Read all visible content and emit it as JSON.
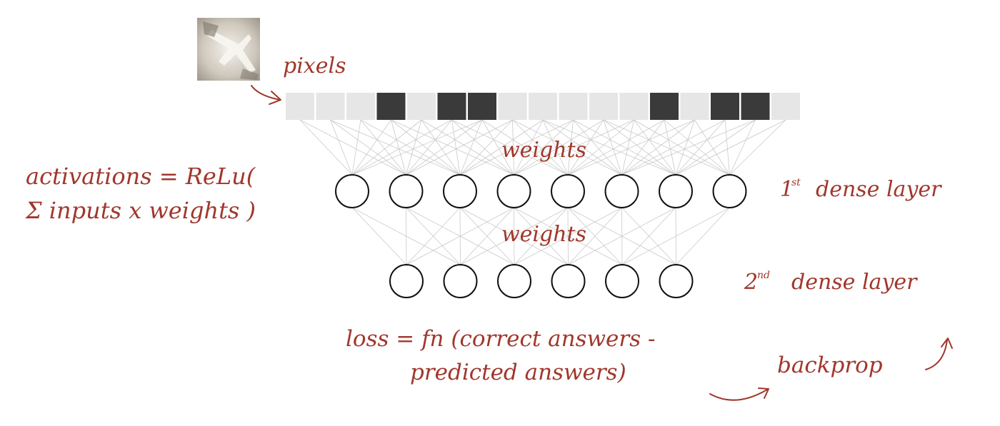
{
  "input_image": {
    "alt": "pixels thumbnail"
  },
  "input_pixels": [
    "light",
    "light",
    "light",
    "dark",
    "light",
    "dark",
    "dark",
    "light",
    "light",
    "light",
    "light",
    "light",
    "dark",
    "light",
    "dark",
    "dark",
    "light"
  ],
  "pixel_colors": {
    "light": "#e6e6e6",
    "dark": "#3a3a3a"
  },
  "layer1_neurons": 8,
  "layer2_neurons": 6,
  "labels": {
    "pixels": "pixels",
    "weights_1": "weights",
    "weights_2": "weights",
    "activations_line1": "activations = ReLu(",
    "activations_line2": "Σ inputs x weights )",
    "layer1_base": "1",
    "layer1_sup": "st",
    "layer1_rest": "dense layer",
    "layer2_base": "2",
    "layer2_sup": "nd",
    "layer2_rest": "dense layer",
    "loss_line1": "loss = fn (correct answers -",
    "loss_line2": "predicted answers)",
    "backprop": "backprop"
  },
  "colors": {
    "annotation": "#a0372c",
    "connection": "#c9c9c9",
    "neuron_stroke": "#111111"
  },
  "icons": {
    "pixels_arrow": "curved-arrow-icon",
    "backprop_arrow_left": "curved-arrow-icon",
    "backprop_arrow_right": "curved-arrow-icon"
  }
}
